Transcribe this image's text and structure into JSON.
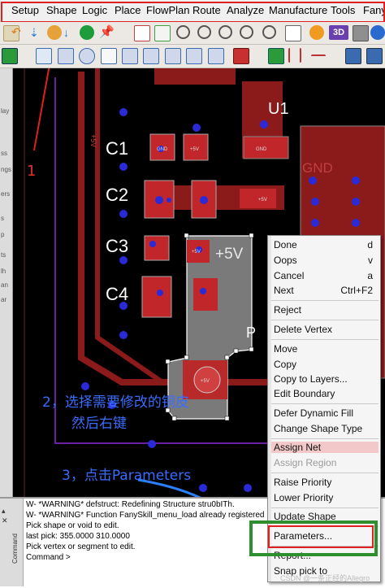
{
  "menubar": {
    "items": [
      "Setup",
      "Shape",
      "Logic",
      "Place",
      "FlowPlan",
      "Route",
      "Analyze",
      "Manufacture",
      "Tools",
      "Fany"
    ]
  },
  "toolbar1": {
    "icons": [
      "undo-icon",
      "redo-icon",
      "lock-icon",
      "unlock-icon",
      "via-icon",
      "pin-icon",
      "grid-icon",
      "grid2-icon",
      "zoom-fit-icon",
      "zoom-world-icon",
      "zoom-in-icon",
      "zoom-out-icon",
      "zoom-prev-icon",
      "redraw-icon",
      "help-icon",
      "3d-view-icon",
      "camera-icon",
      "info-icon"
    ],
    "label_3d": "3D"
  },
  "toolbar2": {
    "icons": [
      "select-icon",
      "line-icon",
      "rect-icon",
      "circle-icon",
      "poly-icon",
      "shape-icon",
      "edit-vertex-icon",
      "void-icon",
      "text-icon",
      "copy-icon",
      "move-icon",
      "stamp-icon",
      "component-icon",
      "dimension-icon",
      "measure-icon",
      "drc-icon",
      "drc2-icon"
    ]
  },
  "leftpanel": {
    "fragments": [
      "lay",
      "ss",
      "ngs",
      "ers",
      "s",
      "p",
      "ts",
      "lh",
      "an",
      "ar"
    ]
  },
  "board": {
    "refdes": [
      "C1",
      "C2",
      "C3",
      "C4",
      "U1"
    ],
    "net_label_plus5v": "+5V",
    "net_label_gnd_big": "GND",
    "pad_labels": [
      "GND",
      "+5V",
      "GND",
      "+5V",
      "+5V",
      "+5V",
      "GND"
    ],
    "side_label": "+5V",
    "p_label": "P"
  },
  "context_menu": {
    "items": [
      {
        "label": "Done",
        "accel": "d",
        "state": "normal"
      },
      {
        "label": "Oops",
        "accel": "v",
        "state": "normal"
      },
      {
        "label": "Cancel",
        "accel": "a",
        "state": "normal"
      },
      {
        "label": "Next",
        "accel": "Ctrl+F2",
        "state": "normal"
      },
      {
        "label": "Reject",
        "accel": "",
        "state": "normal"
      },
      {
        "label": "Delete Vertex",
        "accel": "",
        "state": "normal"
      },
      {
        "label": "Move",
        "accel": "",
        "state": "normal"
      },
      {
        "label": "Copy",
        "accel": "",
        "state": "normal"
      },
      {
        "label": "Copy to Layers...",
        "accel": "",
        "state": "normal"
      },
      {
        "label": "Edit Boundary",
        "accel": "",
        "state": "normal"
      },
      {
        "label": "Defer Dynamic Fill",
        "accel": "",
        "state": "normal"
      },
      {
        "label": "Change Shape Type",
        "accel": "",
        "state": "normal"
      },
      {
        "label": "Assign Net",
        "accel": "",
        "state": "highlighted"
      },
      {
        "label": "Assign Region",
        "accel": "",
        "state": "disabled"
      },
      {
        "label": "Raise Priority",
        "accel": "",
        "state": "normal"
      },
      {
        "label": "Lower Priority",
        "accel": "",
        "state": "normal"
      },
      {
        "label": "Update Shape",
        "accel": "",
        "state": "normal"
      },
      {
        "label": "Parameters...",
        "accel": "",
        "state": "normal"
      },
      {
        "label": "Report...",
        "accel": "",
        "state": "normal"
      },
      {
        "label": "Snap pick to",
        "accel": "",
        "state": "normal"
      }
    ]
  },
  "annotations": {
    "step1": "1",
    "step2_line1": "2，选择需要修改的铜皮",
    "step2_line2": "然后右键",
    "step3": "3，点击Parameters"
  },
  "command_window": {
    "side_label": "Command",
    "lines": [
      "W- *WARNING* defstruct: Redefining Structure stru0bITh.",
      "W- *WARNING* Function FanySkill_menu_load already registered",
      "Pick shape or void to edit.",
      "last pick:  355.0000 310.0000",
      "Pick vertex or segment to edit.",
      "Command >"
    ]
  },
  "watermark": "CSDN @一条正经的Allegro",
  "colors": {
    "accent_red": "#e02020",
    "annotation_blue": "#3a6cff",
    "highlight_box_green": "#2f8f2f",
    "copper_red": "#8b1a1a",
    "pad_red": "#c0262a",
    "shape_gray": "#7a7a7a"
  }
}
